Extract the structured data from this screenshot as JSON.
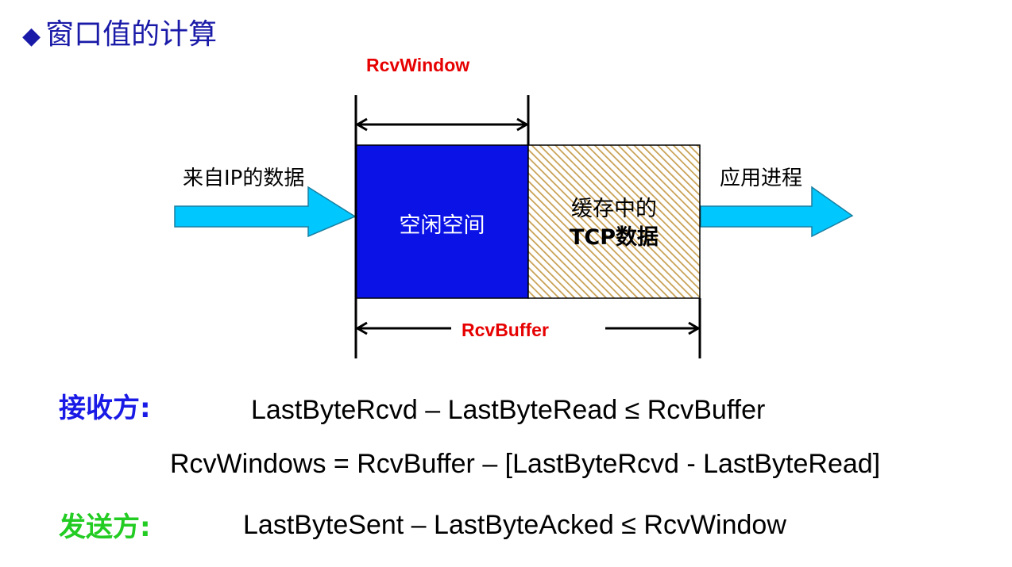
{
  "title": {
    "bullet": "◆",
    "text": "窗口值的计算"
  },
  "diagram": {
    "rcv_window_label": "RcvWindow",
    "rcv_buffer_label": "RcvBuffer",
    "incoming_label": "来自IP的数据",
    "app_label": "应用进程",
    "free_space_label": "空闲空间",
    "buffered_line1": "缓存中的",
    "buffered_line2": "TCP数据",
    "colors": {
      "free": "#0a12e6",
      "buffered_hatch": "#c8a052",
      "arrow": "#00c8ff",
      "label_red": "#e60000"
    }
  },
  "receiver": {
    "role": "接收方:",
    "role_color": "#1a1ae6",
    "formula1": "LastByteRcvd – LastByteRead ≤ RcvBuffer",
    "formula2": "RcvWindows = RcvBuffer – [LastByteRcvd - LastByteRead]"
  },
  "sender": {
    "role": "发送方:",
    "role_color": "#22cc22",
    "formula": "LastByteSent – LastByteAcked ≤ RcvWindow"
  }
}
